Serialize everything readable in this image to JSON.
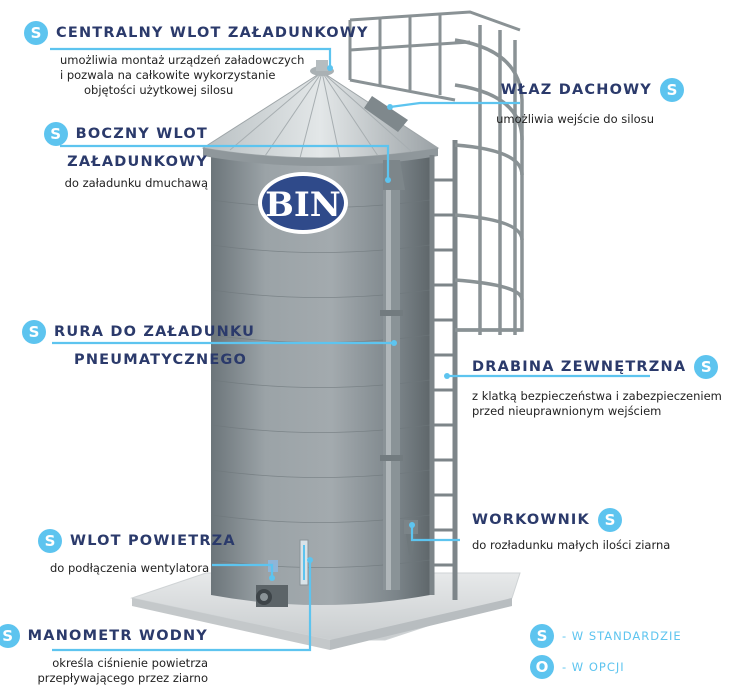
{
  "brand": {
    "logo_text": "BIN"
  },
  "callouts": {
    "central_inlet": {
      "badge": "S",
      "title": "CENTRALNY WLOT ZAŁADUNKOWY",
      "desc": [
        "umożliwia montaż urządzeń załadowczych",
        "i pozwala na całkowite wykorzystanie",
        "objętości użytkowej silosu"
      ]
    },
    "roof_hatch": {
      "badge": "S",
      "title": "WŁAZ DACHOWY",
      "desc": [
        "umożliwia wejście do silosu"
      ]
    },
    "side_inlet": {
      "badge": "S",
      "title_1": "BOCZNY WLOT",
      "title_2": "ZAŁADUNKOWY",
      "desc": [
        "do załadunku dmuchawą"
      ]
    },
    "pneumatic_pipe": {
      "badge": "S",
      "title_1": "RURA DO ZAŁADUNKU",
      "title_2": "PNEUMATYCZNEGO"
    },
    "ladder": {
      "badge": "S",
      "title": "DRABINA ZEWNĘTRZNA",
      "desc": [
        "z klatką bezpieczeństwa i zabezpieczeniem",
        "przed nieuprawnionym wejściem"
      ]
    },
    "bagger": {
      "badge": "S",
      "title": "WORKOWNIK",
      "desc": [
        "do rozładunku małych ilości ziarna"
      ]
    },
    "air_inlet": {
      "badge": "S",
      "title": "WLOT POWIETRZA",
      "desc": [
        "do podłączenia wentylatora"
      ]
    },
    "manometer": {
      "badge": "S",
      "title": "MANOMETR WODNY",
      "desc": [
        "określa ciśnienie powietrza",
        "przepływającego przez ziarno"
      ]
    }
  },
  "legend": {
    "standard_badge": "S",
    "standard_label": "- W STANDARDZIE",
    "option_badge": "O",
    "option_label": "- W OPCJI"
  },
  "colors": {
    "accent": "#5dc4ef",
    "title": "#2b3a6b",
    "silo_body": "#8b9499",
    "logo_fill": "#2f4a8a"
  }
}
